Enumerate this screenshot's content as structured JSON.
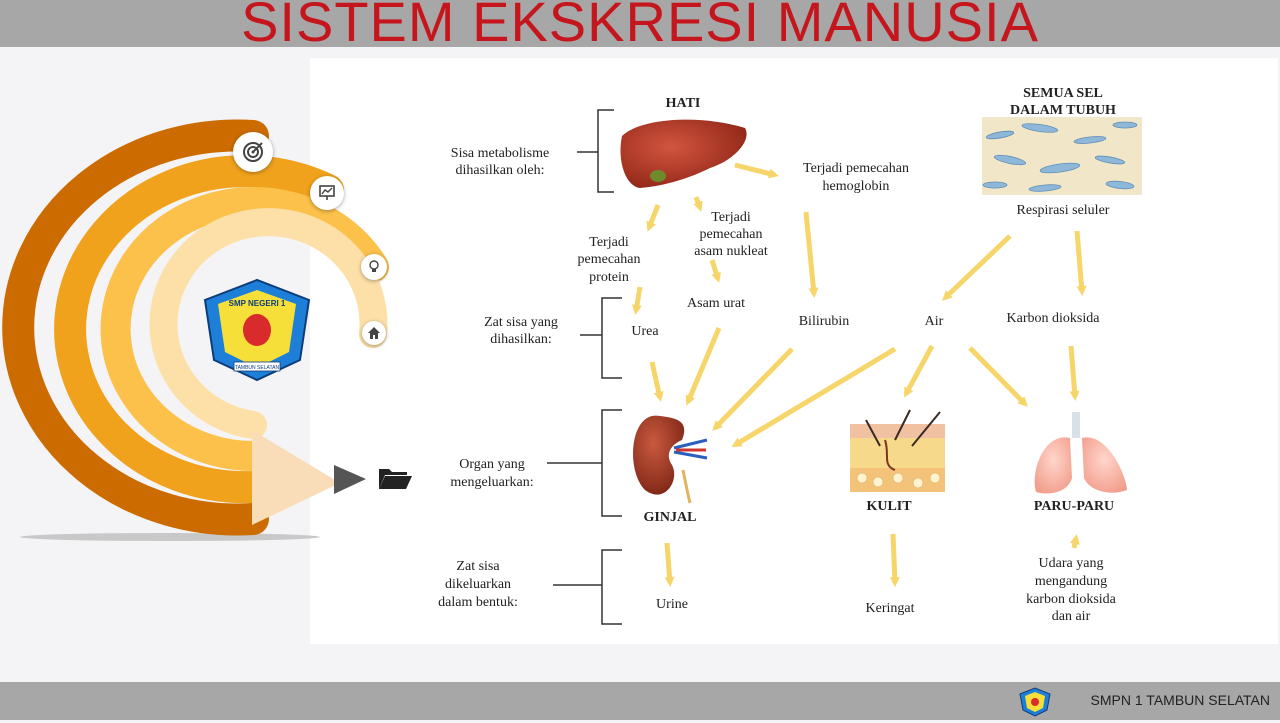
{
  "header": {
    "title": "SISTEM EKSKRESI MANUSIA"
  },
  "footer": {
    "school": "SMPN 1 TAMBUN SELATAN"
  },
  "logo": {
    "text": "SMP NEGERI 1",
    "subtext": "TAMBUN SELATAN"
  },
  "menu_icons": [
    "target-icon",
    "presentation-icon",
    "lightbulb-icon",
    "home-icon",
    "folder-icon"
  ],
  "colors": {
    "title": "#c4161c",
    "arrow": "#f6d56a",
    "pencil_dark": "#cc6b00",
    "pencil_mid": "#f0a21d",
    "pencil_light": "#fbc14a",
    "pencil_pale": "#fde0a8"
  },
  "diagram": {
    "row_labels": {
      "produced_by_1": "Sisa metabolisme",
      "produced_by_2": "dihasilkan oleh:",
      "waste_1": "Zat sisa yang",
      "waste_2": "dihasilkan:",
      "organ_1": "Organ yang",
      "organ_2": "mengeluarkan:",
      "form_1": "Zat sisa",
      "form_2": "dikeluarkan",
      "form_3": "dalam bentuk:"
    },
    "sources": {
      "liver": "HATI",
      "cells_1": "SEMUA SEL",
      "cells_2": "DALAM TUBUH"
    },
    "processes": {
      "hemoglobin_1": "Terjadi pemecahan",
      "hemoglobin_2": "hemoglobin",
      "nucleic_1": "Terjadi",
      "nucleic_2": "pemecahan",
      "nucleic_3": "asam nukleat",
      "protein_1": "Terjadi",
      "protein_2": "pemecahan",
      "protein_3": "protein",
      "respiration": "Respirasi seluler"
    },
    "wastes": {
      "urea": "Urea",
      "uric_acid": "Asam urat",
      "bilirubin": "Bilirubin",
      "water": "Air",
      "co2": "Karbon dioksida"
    },
    "organs": {
      "kidney": "GINJAL",
      "skin": "KULIT",
      "lungs": "PARU-PARU"
    },
    "outputs": {
      "urine": "Urine",
      "sweat": "Keringat",
      "air_1": "Udara yang",
      "air_2": "mengandung",
      "air_3": "karbon dioksida",
      "air_4": "dan air"
    }
  }
}
